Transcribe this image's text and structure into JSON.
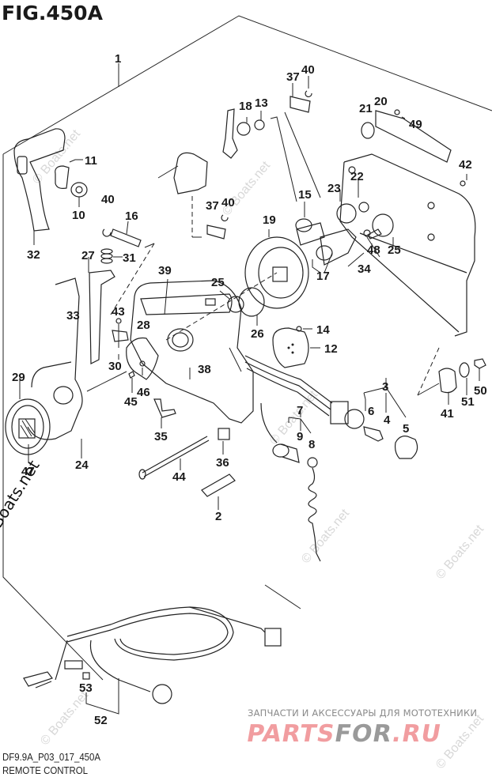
{
  "figure": {
    "title": "FIG.450A",
    "code": "DF9.9A_P03_017_450A",
    "name": "REMOTE CONTROL"
  },
  "watermarks": {
    "copyright": "© Boats.net",
    "faint": "© Boats.net"
  },
  "shop": {
    "tagline": "ЗАПЧАСТИ И АКСЕССУАРЫ ДЛЯ МОТОТЕХНИКИ",
    "logo_part1": "PARTS",
    "logo_part2": "FOR",
    "logo_part3": ".RU",
    "colors": {
      "primary": "#f19da0",
      "secondary": "#9a9a9a"
    }
  },
  "callouts": [
    {
      "id": "1",
      "label": "1"
    },
    {
      "id": "2",
      "label": "2"
    },
    {
      "id": "3",
      "label": "3"
    },
    {
      "id": "4",
      "label": "4"
    },
    {
      "id": "5",
      "label": "5"
    },
    {
      "id": "6",
      "label": "6"
    },
    {
      "id": "7",
      "label": "7"
    },
    {
      "id": "8",
      "label": "8"
    },
    {
      "id": "9",
      "label": "9"
    },
    {
      "id": "10",
      "label": "10"
    },
    {
      "id": "11",
      "label": "11"
    },
    {
      "id": "12",
      "label": "12"
    },
    {
      "id": "13",
      "label": "13"
    },
    {
      "id": "14",
      "label": "14"
    },
    {
      "id": "15",
      "label": "15"
    },
    {
      "id": "16",
      "label": "16"
    },
    {
      "id": "17",
      "label": "17"
    },
    {
      "id": "18",
      "label": "18"
    },
    {
      "id": "19",
      "label": "19"
    },
    {
      "id": "20",
      "label": "20"
    },
    {
      "id": "21",
      "label": "21"
    },
    {
      "id": "22",
      "label": "22"
    },
    {
      "id": "23",
      "label": "23"
    },
    {
      "id": "24",
      "label": "24"
    },
    {
      "id": "25a",
      "label": "25"
    },
    {
      "id": "25b",
      "label": "25"
    },
    {
      "id": "26",
      "label": "26"
    },
    {
      "id": "27",
      "label": "27"
    },
    {
      "id": "28",
      "label": "28"
    },
    {
      "id": "29",
      "label": "29"
    },
    {
      "id": "30",
      "label": "30"
    },
    {
      "id": "31",
      "label": "31"
    },
    {
      "id": "32",
      "label": "32"
    },
    {
      "id": "33",
      "label": "33"
    },
    {
      "id": "34",
      "label": "34"
    },
    {
      "id": "35",
      "label": "35"
    },
    {
      "id": "36",
      "label": "36"
    },
    {
      "id": "37a",
      "label": "37"
    },
    {
      "id": "37b",
      "label": "37"
    },
    {
      "id": "38",
      "label": "38"
    },
    {
      "id": "39",
      "label": "39"
    },
    {
      "id": "40a",
      "label": "40"
    },
    {
      "id": "40b",
      "label": "40"
    },
    {
      "id": "40c",
      "label": "40"
    },
    {
      "id": "41",
      "label": "41"
    },
    {
      "id": "42",
      "label": "42"
    },
    {
      "id": "43",
      "label": "43"
    },
    {
      "id": "44",
      "label": "44"
    },
    {
      "id": "45",
      "label": "45"
    },
    {
      "id": "46",
      "label": "46"
    },
    {
      "id": "47",
      "label": "47"
    },
    {
      "id": "48",
      "label": "48"
    },
    {
      "id": "49",
      "label": "49"
    },
    {
      "id": "50",
      "label": "50"
    },
    {
      "id": "51",
      "label": "51"
    },
    {
      "id": "52",
      "label": "52"
    },
    {
      "id": "53",
      "label": "53"
    }
  ]
}
